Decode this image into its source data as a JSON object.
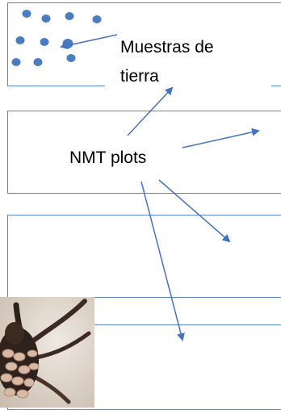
{
  "labels": {
    "soil_samples_line1": "Muestras de",
    "soil_samples_line2": "tierra",
    "nmt_plots": "NMT plots"
  },
  "colors": {
    "box_border": "#5b87c4",
    "dot": "#4a7cc0",
    "arrow": "#4472c4"
  },
  "photo": {
    "icon": "mite-specimen-photo"
  }
}
